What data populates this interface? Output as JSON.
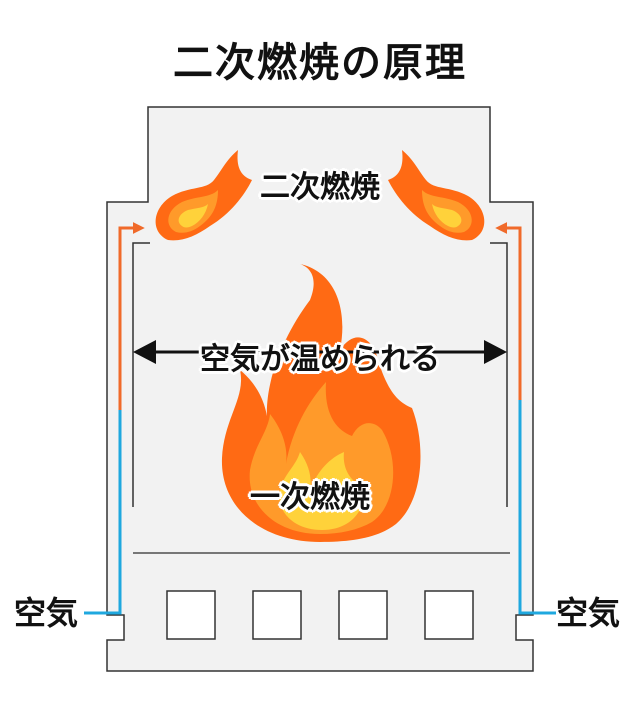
{
  "title": "二次燃焼の原理",
  "labels": {
    "secondary_combustion": "二次燃焼",
    "primary_combustion": "一次燃焼",
    "air_warmed": "空気が温められる",
    "air_left": "空気",
    "air_right": "空気"
  },
  "colors": {
    "stove_fill": "#f2f2f2",
    "stove_stroke": "#333333",
    "air_cold": "#1fa8df",
    "air_hot": "#f06a2a",
    "flame_outer": "#ff6a14",
    "flame_mid": "#ff9a2a",
    "flame_inner": "#ffd23a"
  },
  "icons": [
    "flame-icon",
    "arrow-left-icon",
    "arrow-right-icon"
  ]
}
